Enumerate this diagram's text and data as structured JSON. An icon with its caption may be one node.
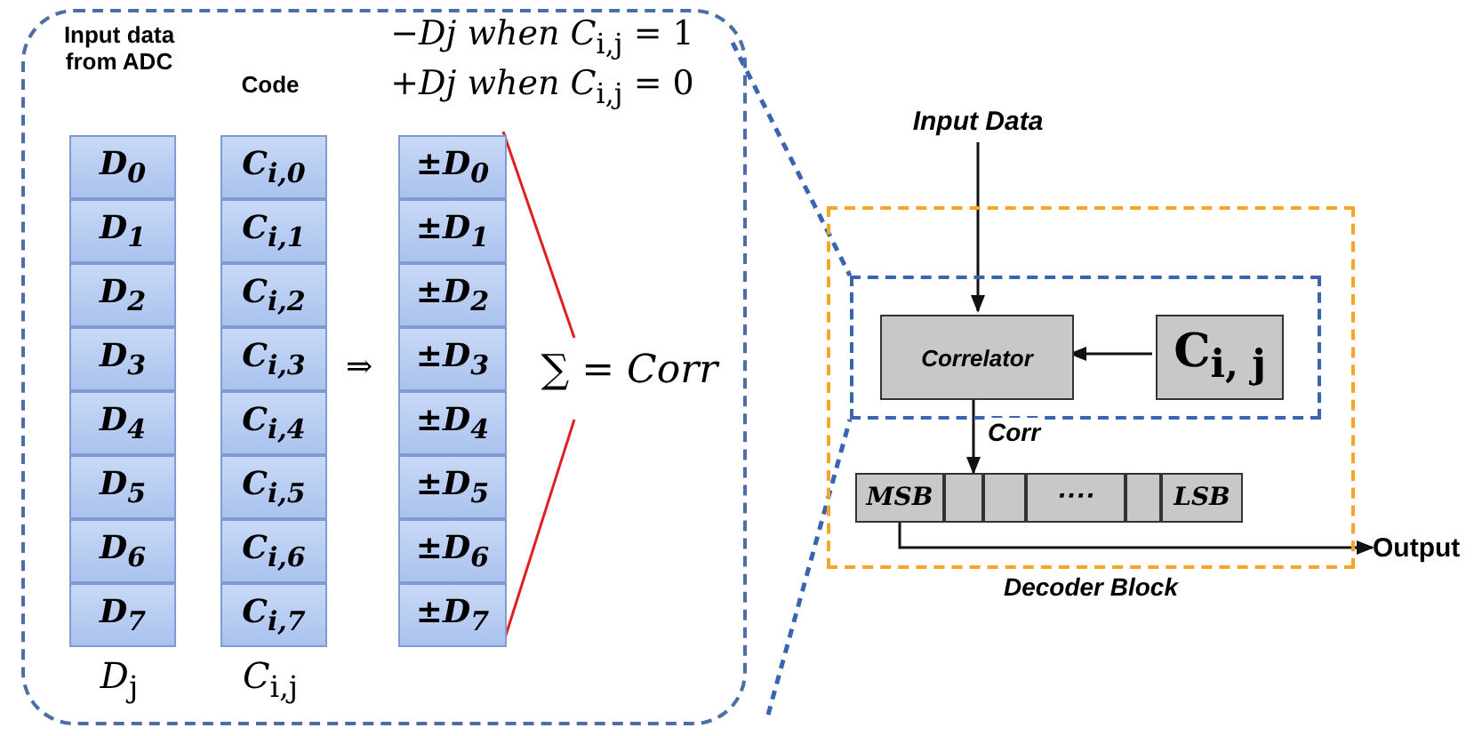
{
  "diagram": {
    "nodes": [
      {
        "text": [],
        "shape": "box"
      },
      {
        "text": [
          "D$_{0}$"
        ],
        "in": 0
      },
      {
        "text": [
          "D$_{1}$"
        ],
        "in": 0
      },
      {
        "text": [
          "D$_{2}$"
        ],
        "in": 0
      },
      {
        "text": [
          "D$_{3}$"
        ],
        "in": 0
      },
      {
        "text": [
          "D$_{4}$"
        ],
        "in": 0
      },
      {
        "text": [
          "D$_{5}$"
        ],
        "in": 0
      },
      {
        "text": [
          "D$_{6}$"
        ],
        "in": 0
      },
      {
        "text": [
          "D$_{7}$"
        ],
        "in": 0
      },
      {
        "text": [
          "C$_{i,0}$"
        ],
        "in": 0
      },
      {
        "text": [
          "C$_{i,1}$"
        ],
        "in": 0
      },
      {
        "text": [
          "C$_{i,2}$"
        ],
        "in": 0
      },
      {
        "text": [
          "C$_{i,3}$"
        ],
        "in": 0
      },
      {
        "text": [
          "C$_{i,4}$"
        ],
        "in": 0
      },
      {
        "text": [
          "C$_{i,5}$"
        ],
        "in": 0
      },
      {
        "text": [
          "C$_{i,6}$"
        ],
        "in": 0
      },
      {
        "text": [
          "C$_{i,7}$"
        ],
        "in": 0
      },
      {
        "text": [
          "±D$_{0}$"
        ],
        "in": 0
      },
      {
        "text": [
          "±D$_{1}$"
        ],
        "in": 0
      },
      {
        "text": [
          "±D$_{2}$"
        ],
        "in": 0
      },
      {
        "text": [
          "±D$_{3}$"
        ],
        "in": 0
      },
      {
        "text": [
          "±D$_{4}$"
        ],
        "in": 0
      },
      {
        "text": [
          "±D$_{5}$"
        ],
        "in": 0
      },
      {
        "text": [
          "±D$_{6}$"
        ],
        "in": 0
      },
      {
        "text": [
          "±D$_{7}$"
        ],
        "in": 0
      },
      {
        "text": [
          "Decoder Block"
        ]
      },
      {
        "text": [],
        "shape": "box",
        "in": 25
      },
      {
        "text": [
          "Correlator"
        ],
        "in": 26
      },
      {
        "text": [
          "C$_{i, j}$"
        ],
        "in": 26
      },
      {
        "text": [],
        "shape": "bar",
        "in": 25
      },
      {
        "text": [
          "MSB"
        ],
        "in": 29
      },
      {
        "text": [],
        "shape": "box",
        "in": 29
      },
      {
        "text": [],
        "shape": "box",
        "in": 29
      },
      {
        "text": [
          "····"
        ],
        "in": 29
      },
      {
        "text": [],
        "shape": "box",
        "in": 29
      },
      {
        "text": [
          "LSB"
        ],
        "in": 29
      },
      {
        "text": [
          "Input Data"
        ]
      },
      {
        "text": [
          "Output"
        ]
      }
    ],
    "edges": [
      {
        "from": 36,
        "to": 27,
        "arrow": "to"
      },
      {
        "from": 28,
        "to": 27,
        "arrow": "to"
      },
      {
        "from": 27,
        "to": 29,
        "arrow": "to",
        "label": "Corr"
      },
      {
        "from": 30,
        "to": 37,
        "arrow": "to"
      }
    ],
    "labels": [
      "Input data from ADC",
      "Code",
      "−*Dj when C*$_{i,j}$ = 1",
      "+*Dj when C*$_{i,j}$ = 0",
      "⇒",
      "∑ = *Corr*",
      "*D*$_{j}$",
      "*C*$_{i,j}$"
    ]
  }
}
